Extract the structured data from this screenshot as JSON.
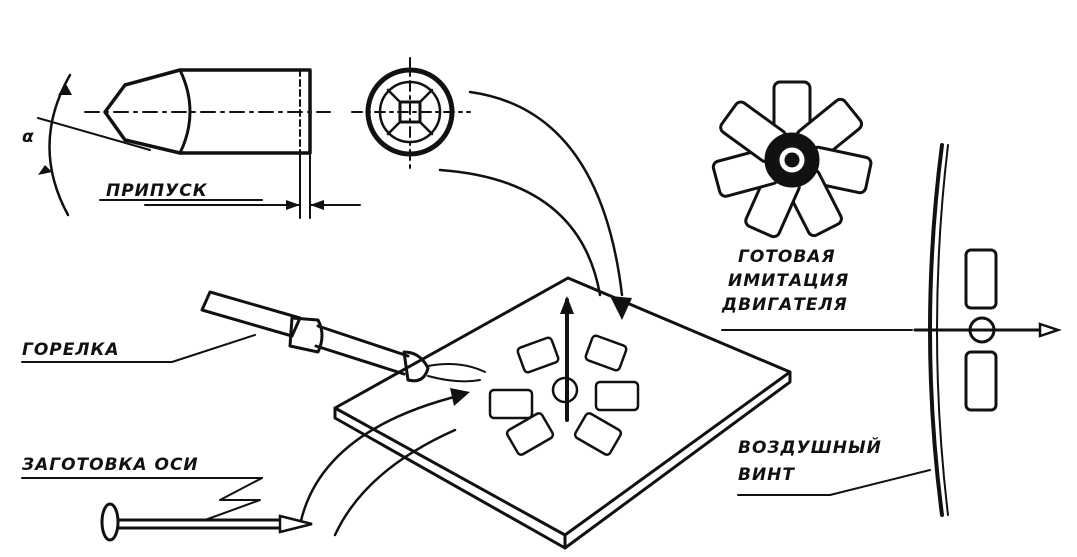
{
  "labels": {
    "angle": "α",
    "allowance": "ПРИПУСК",
    "burner": "ГОРЕЛКА",
    "axle_blank": "ЗАГОТОВКА ОСИ",
    "engine_line1": "ГОТОВАЯ",
    "engine_line2": "ИМИТАЦИЯ",
    "engine_line3": "ДВИГАТЕЛЯ",
    "propeller_line1": "ВОЗДУШНЫЙ",
    "propeller_line2": "ВИНТ"
  },
  "colors": {
    "ink": "#111111",
    "paper": "#ffffff"
  }
}
